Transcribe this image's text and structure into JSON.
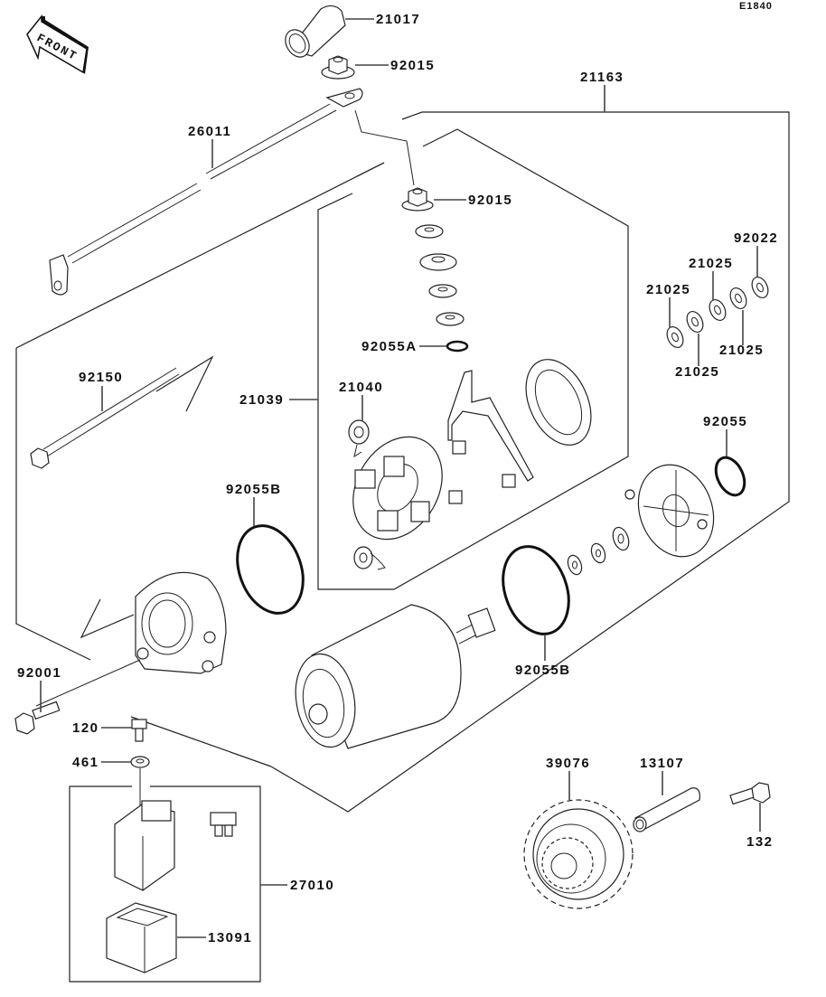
{
  "diagram": {
    "title": "Starter Motor",
    "figure_code": "E1840",
    "orientation_label": "FRONT",
    "callouts": [
      {
        "id": "c21017",
        "part_number": "21017"
      },
      {
        "id": "c92015a",
        "part_number": "92015"
      },
      {
        "id": "c26011",
        "part_number": "26011"
      },
      {
        "id": "c21163",
        "part_number": "21163"
      },
      {
        "id": "c92015b",
        "part_number": "92015"
      },
      {
        "id": "c92022",
        "part_number": "92022"
      },
      {
        "id": "c21025a",
        "part_number": "21025"
      },
      {
        "id": "c21025b",
        "part_number": "21025"
      },
      {
        "id": "c21025c",
        "part_number": "21025"
      },
      {
        "id": "c21025d",
        "part_number": "21025"
      },
      {
        "id": "c92055A",
        "part_number": "92055A"
      },
      {
        "id": "c92150",
        "part_number": "92150"
      },
      {
        "id": "c21039",
        "part_number": "21039"
      },
      {
        "id": "c21040",
        "part_number": "21040"
      },
      {
        "id": "c92055",
        "part_number": "92055"
      },
      {
        "id": "c92055Ba",
        "part_number": "92055B"
      },
      {
        "id": "c92055Bb",
        "part_number": "92055B"
      },
      {
        "id": "c92001",
        "part_number": "92001"
      },
      {
        "id": "c120",
        "part_number": "120"
      },
      {
        "id": "c461",
        "part_number": "461"
      },
      {
        "id": "c27010",
        "part_number": "27010"
      },
      {
        "id": "c13091",
        "part_number": "13091"
      },
      {
        "id": "c39076",
        "part_number": "39076"
      },
      {
        "id": "c13107",
        "part_number": "13107"
      },
      {
        "id": "c132",
        "part_number": "132"
      }
    ]
  }
}
